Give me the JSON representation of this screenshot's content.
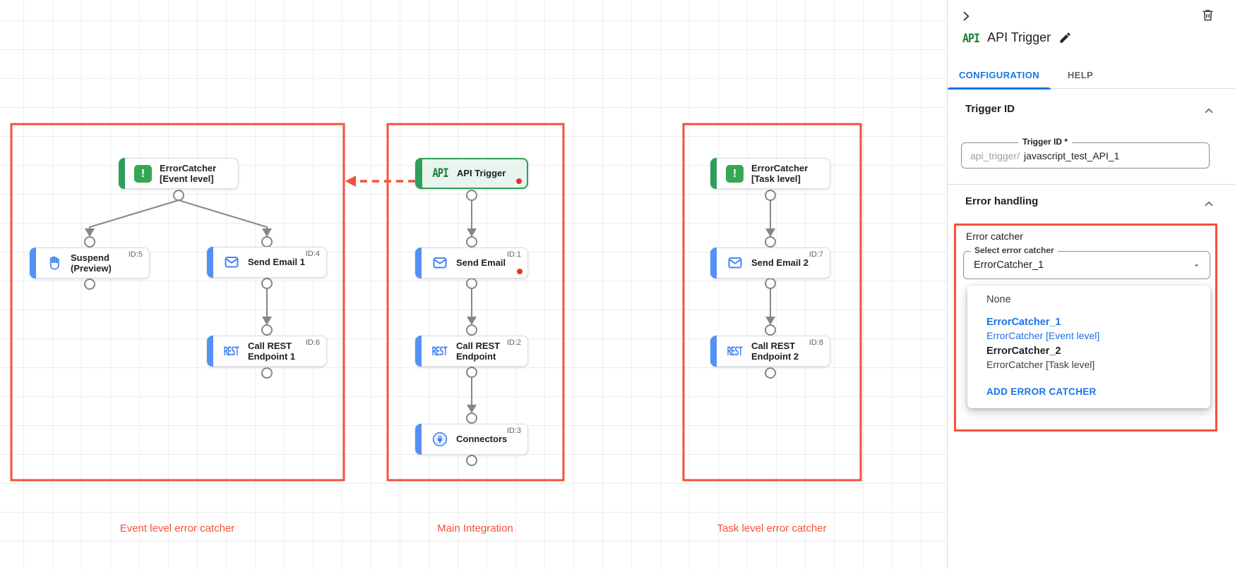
{
  "colors": {
    "accent_red": "#f4513c",
    "error_dot_red": "#e5332a",
    "task_blue": "#4285f4",
    "trigger_green": "#34a853",
    "link_blue": "#1a73e8"
  },
  "canvas": {
    "groups": [
      {
        "caption": "Event level error catcher"
      },
      {
        "caption": "Main Integration"
      },
      {
        "caption": "Task level error catcher"
      }
    ],
    "icons": {
      "rest_text": "REST",
      "api_text": "API"
    },
    "nodes": {
      "ec_event": {
        "label": "ErrorCatcher\n[Event level]"
      },
      "suspend": {
        "label": "Suspend\n(Preview)",
        "id": "ID:5"
      },
      "send_email_1": {
        "label": "Send Email 1",
        "id": "ID:4"
      },
      "call_rest_1": {
        "label": "Call REST\nEndpoint 1",
        "id": "ID:6"
      },
      "api_trigger": {
        "label": "API Trigger"
      },
      "send_email": {
        "label": "Send Email",
        "id": "ID:1"
      },
      "call_rest": {
        "label": "Call REST\nEndpoint",
        "id": "ID:2"
      },
      "connectors": {
        "label": "Connectors",
        "id": "ID:3"
      },
      "ec_task": {
        "label": "ErrorCatcher\n[Task level]"
      },
      "send_email_2": {
        "label": "Send Email 2",
        "id": "ID:7"
      },
      "call_rest_2": {
        "label": "Call REST\nEndpoint 2",
        "id": "ID:8"
      }
    }
  },
  "panel": {
    "badge": "API",
    "title": "API Trigger",
    "tabs": [
      {
        "label": "CONFIGURATION"
      },
      {
        "label": "HELP"
      }
    ],
    "trigger_id": {
      "heading": "Trigger ID",
      "field_label": "Trigger ID *",
      "prefix": "api_trigger/",
      "value": "javascript_test_API_1"
    },
    "error_handling": {
      "heading": "Error handling",
      "group_label": "Error catcher",
      "select_label": "Select error catcher",
      "select_value": "ErrorCatcher_1",
      "dropdown": {
        "none": "None",
        "options": [
          {
            "name": "ErrorCatcher_1",
            "desc": "ErrorCatcher [Event level]"
          },
          {
            "name": "ErrorCatcher_2",
            "desc": "ErrorCatcher [Task level]"
          }
        ],
        "add_label": "ADD ERROR CATCHER"
      }
    }
  }
}
